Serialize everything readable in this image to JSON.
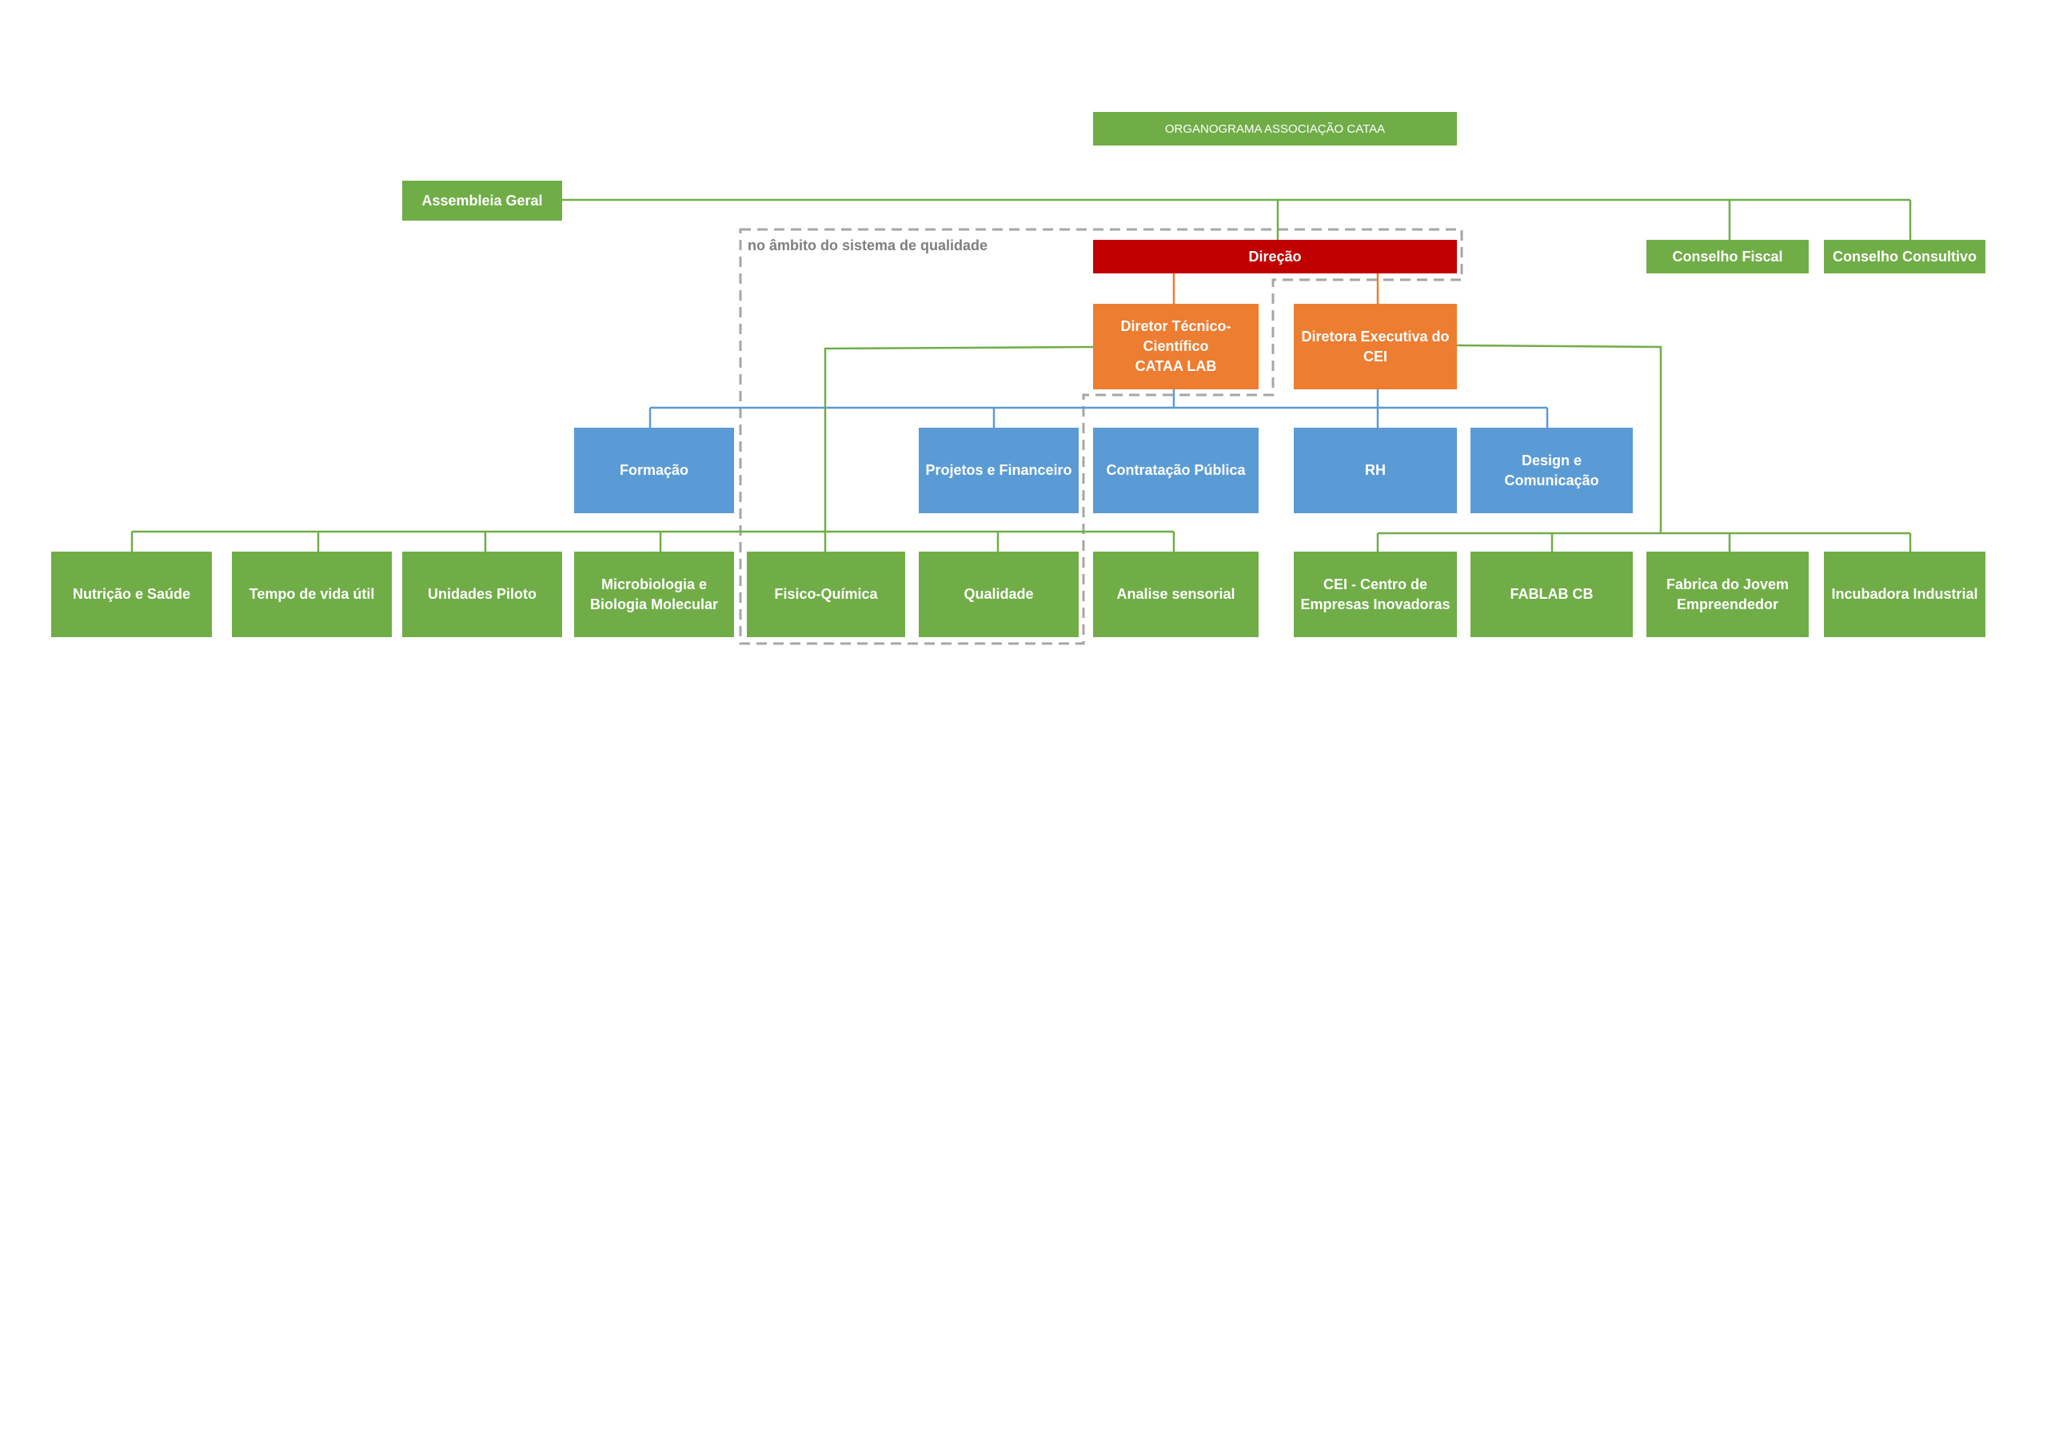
{
  "colors": {
    "green": "#70ad47",
    "red": "#c00000",
    "orange": "#ed7d31",
    "blue": "#5b9bd5",
    "dash": "#a6a6a6"
  },
  "title": "ORGANOGRAMA ASSOCIAÇÃO CATAA",
  "quality_note": "no âmbito do sistema de qualidade",
  "nodes": {
    "assembleia": "Assembleia Geral",
    "direcao": "Direção",
    "conselho_fiscal": "Conselho Fiscal",
    "conselho_consultivo": "Conselho Consultivo",
    "diretor_tecnico": "Diretor Técnico-\nCientífico\nCATAA LAB",
    "diretora_executiva": "Diretora Executiva do\nCEI",
    "formacao": "Formação",
    "projetos": "Projetos e Financeiro",
    "contratacao": "Contratação Pública",
    "rh": "RH",
    "design": "Design e Comunicação",
    "nutricao": "Nutrição e Saúde",
    "tempo_vida": "Tempo de vida útil",
    "unidades_piloto": "Unidades Piloto",
    "microbiologia": "Microbiologia e\nBiologia Molecular",
    "fisico_quimica": "Fisico-Química",
    "qualidade": "Qualidade",
    "analise_sensorial": "Analise sensorial",
    "cei_centro": "CEI - Centro de\nEmpresas Inovadoras",
    "fablab": "FABLAB CB",
    "fabrica_jovem": "Fabrica do Jovem\nEmpreendedor",
    "incubadora": "Incubadora Industrial"
  }
}
